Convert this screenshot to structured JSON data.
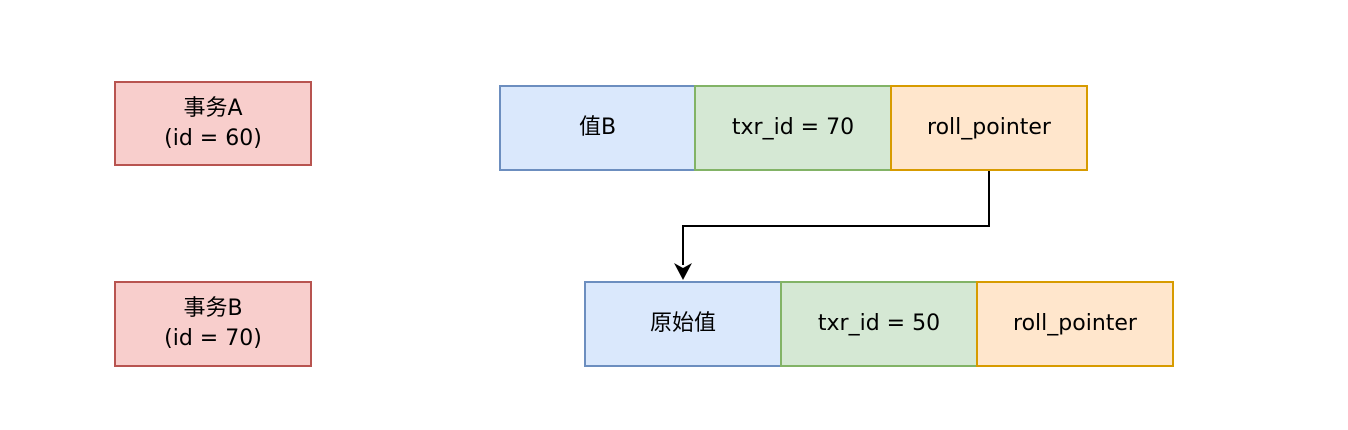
{
  "transactions": [
    {
      "name": "事务A",
      "id_text": "(id = 60)"
    },
    {
      "name": "事务B",
      "id_text": "(id = 70)"
    }
  ],
  "records": [
    {
      "value": "值B",
      "txr_id": "txr_id = 70",
      "pointer": "roll_pointer"
    },
    {
      "value": "原始值",
      "txr_id": "txr_id = 50",
      "pointer": "roll_pointer"
    }
  ],
  "colors": {
    "transaction_fill": "#f8cecc",
    "transaction_border": "#b85450",
    "value_fill": "#dae8fc",
    "value_border": "#6c8ebf",
    "txr_id_fill": "#d5e8d4",
    "txr_id_border": "#82b366",
    "pointer_fill": "#ffe6cc",
    "pointer_border": "#d79b00",
    "arrow": "#000000"
  }
}
